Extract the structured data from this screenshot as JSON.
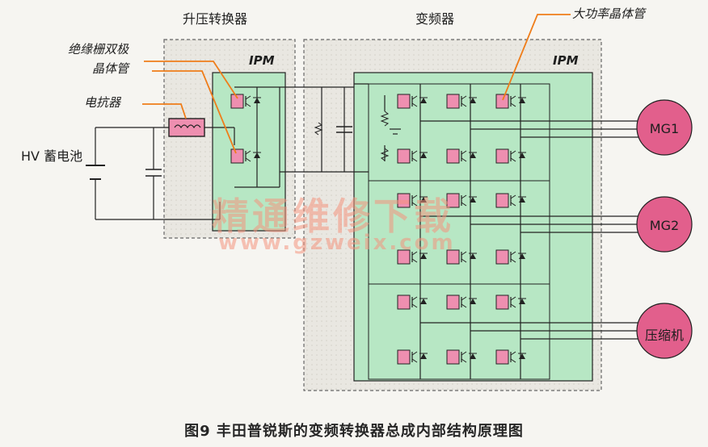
{
  "labels": {
    "boost_converter": "升压转换器",
    "inverter": "变频器",
    "igbt_line1": "绝缘栅双极",
    "igbt_line2": "晶体管",
    "reactor": "电抗器",
    "power_transistor": "大功率晶体管",
    "battery": "HV 蓄电池",
    "ipm": "IPM"
  },
  "motors": {
    "mg1": "MG1",
    "mg2": "MG2",
    "compressor": "压缩机"
  },
  "caption": "图9 丰田普锐斯的变频转换器总成内部结构原理图",
  "watermark": {
    "text": "精通维修下载",
    "url": "www.gzweix.com"
  },
  "colors": {
    "module_fill": "#b7e7c4",
    "transistor_fill": "#ee8fb0",
    "motor_fill": "#e25f8c",
    "leader_orange": "#ef7d1a",
    "dashed_border": "#666666",
    "watermark": "#f4947e"
  }
}
